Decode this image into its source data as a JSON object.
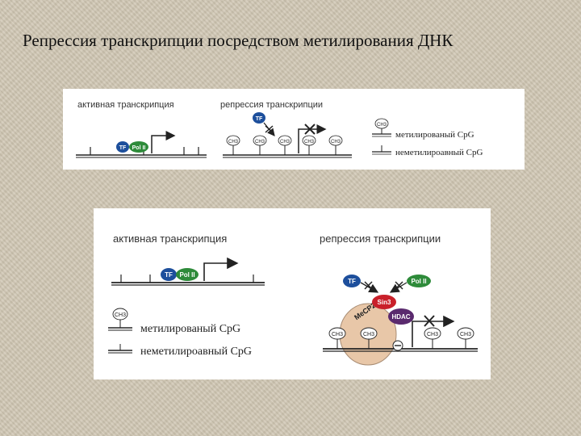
{
  "slide": {
    "title": "Репрессия транскрипции посредством метилирования ДНК"
  },
  "top_panel": {
    "active_label": "активная транскрипция",
    "repression_label": "репрессия транскрипции",
    "tf": "TF",
    "pol": "Pol II",
    "methyl_group": "CH3",
    "legend_methylated": "метилированый CpG",
    "legend_unmethylated": "неметилироавный CpG"
  },
  "bottom_panel": {
    "active_label": "активная транскрипция",
    "repression_label": "репрессия транскрипции",
    "tf": "TF",
    "pol": "Pol II",
    "sin3": "Sin3",
    "mecp2": "MeCP2",
    "hdac": "HDAC",
    "methyl_group": "CH3",
    "legend_methylated": "метилированый CpG",
    "legend_unmethylated": "неметилироавный CpG"
  },
  "colors": {
    "tf": "#1d4f9c",
    "pol": "#2e8b3a",
    "sin3": "#c9202a",
    "hdac": "#5a2a6e",
    "mecp2": "#e8c7a8",
    "dna": "#222222"
  }
}
